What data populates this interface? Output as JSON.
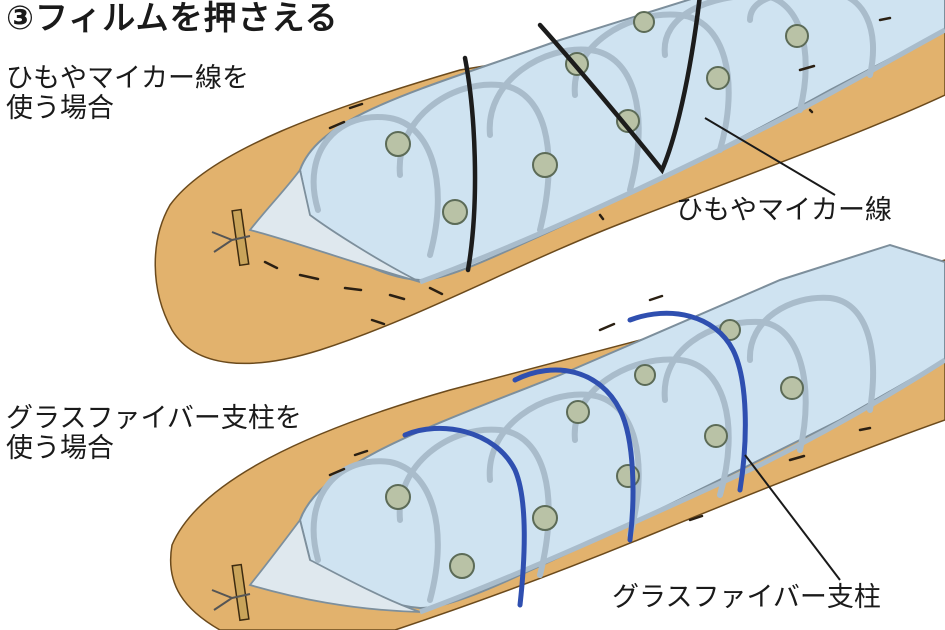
{
  "title": "③フィルムを押さえる",
  "case_twine": {
    "line1": "ひもやマイカー線を",
    "line2": "使う場合"
  },
  "case_fiber": {
    "line1": "グラスファイバー支柱を",
    "line2": "使う場合"
  },
  "callout_twine": "ひもやマイカー線",
  "callout_fiber": "グラスファイバー支柱",
  "colors": {
    "soil": "#e2b26d",
    "film": "#cfe3f1",
    "film_end": "#dfe8ee",
    "hoop": "#a9bccb",
    "twine": "#1c1c1c",
    "fiber_pole": "#2f4fb0",
    "stake": "#c9a45a"
  },
  "icons": [
    "soil-bed",
    "tunnel-film",
    "hoop-frame",
    "twine-band",
    "fiber-pole",
    "tie-stake",
    "seedling"
  ]
}
